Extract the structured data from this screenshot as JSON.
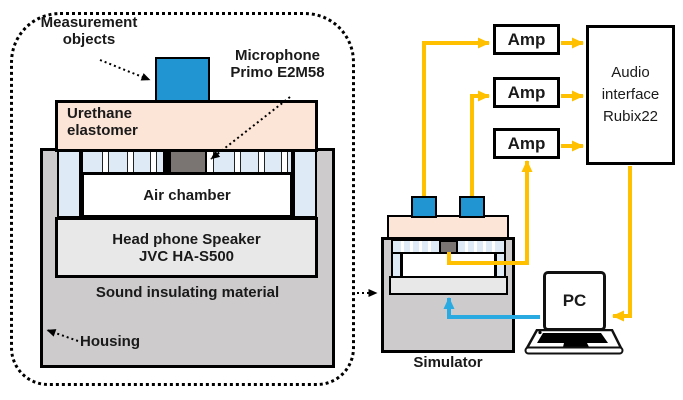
{
  "colors": {
    "connector_orange": "#FFC000",
    "connector_blue": "#29ABE2",
    "object_blue": "#2095D2",
    "urethane_peach": "#FCE4D6",
    "chamber_light_blue": "#DEEBF7",
    "housing_gray": "#CDCBCB",
    "speaker_gray": "#E9E8E8",
    "microphone_gray": "#7A7472"
  },
  "rig": {
    "measurement_objects_label": "Measurement\nobjects",
    "microphone_label": "Microphone\nPrimo E2M58",
    "urethane_label": "Urethane\nelastomer",
    "air_chamber_label": "Air chamber",
    "speaker_label": "Head phone Speaker\nJVC   HA-S500",
    "sound_insulating_label": "Sound insulating material",
    "housing_label": "Housing"
  },
  "chain": {
    "amps": [
      {
        "label": "Amp"
      },
      {
        "label": "Amp"
      },
      {
        "label": "Amp"
      }
    ],
    "audio_interface_label": "Audio\ninterface\nRubix22",
    "pc_label": "PC",
    "simulator_label": "Simulator"
  }
}
